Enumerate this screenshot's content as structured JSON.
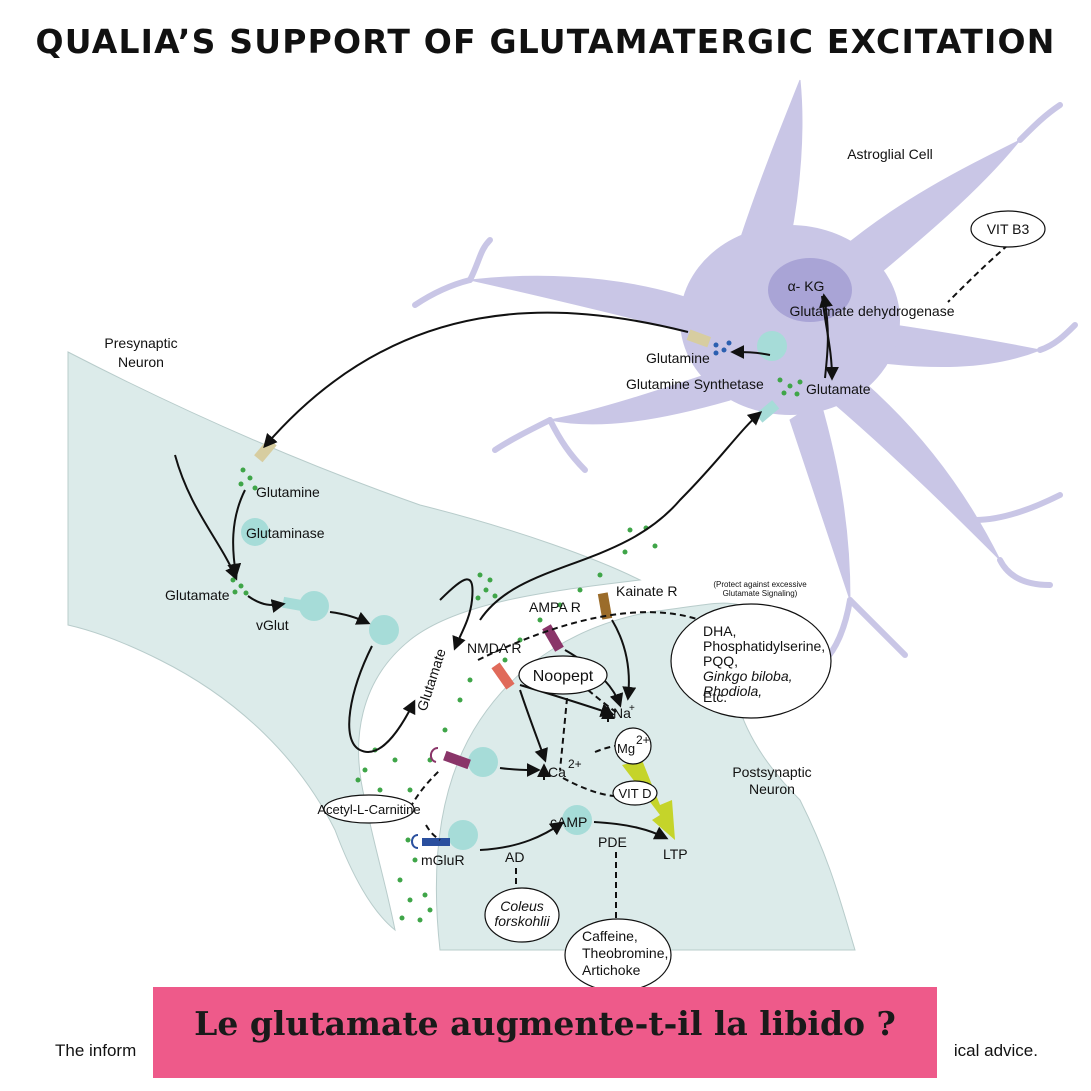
{
  "title": "QUALIA’S SUPPORT OF GLUTAMATERGIC EXCITATION",
  "labels": {
    "astroglial_cell": "Astroglial Cell",
    "vit_b3": "VIT B3",
    "alpha_kg": "α- KG",
    "glutamate_dehydrogenase": "Glutamate dehydrogenase",
    "glutamine_astro": "Glutamine",
    "glutamine_synthetase": "Glutamine Synthetase",
    "glutamate_astro": "Glutamate",
    "presynaptic_line1": "Presynaptic",
    "presynaptic_line2": "Neuron",
    "glutamine_pre": "Glutamine",
    "glutaminase": "Glutaminase",
    "glutamate_pre": "Glutamate",
    "vglut": "vGlut",
    "glutamate_cleft": "Glutamate",
    "nmda_r": "NMDA R",
    "ampa_r": "AMPA R",
    "kainate_r": "Kainate R",
    "protect_line1": "(Protect against excessive",
    "protect_line2": "Glutamate Signaling)",
    "supp_line1": "DHA,",
    "supp_line2": "Phosphatidylserine,",
    "supp_line3": "PQQ,",
    "supp_line4": "Ginkgo biloba,",
    "supp_line5": "Rhodiola,",
    "supp_line6": "Etc.",
    "noopept": "Noopept",
    "na": "Na",
    "na_sup": "+",
    "mg": "Mg",
    "mg_sup": "2+",
    "ca": "Ca",
    "ca_sup": "2+",
    "vit_d": "VIT D",
    "postsynaptic_line1": "Postsynaptic",
    "postsynaptic_line2": "Neuron",
    "acetyl_l_carnitine": "Acetyl-L-Carnitine",
    "mglur": "mGluR",
    "camp": "cAMP",
    "ad": "AD",
    "pde": "PDE",
    "ltp": "LTP",
    "coleus_line1": "Coleus",
    "coleus_line2": "forskohlii",
    "caffeine_line1": "Caffeine,",
    "caffeine_line2": "Theobromine,",
    "caffeine_line3": "Artichoke"
  },
  "disclaimer_start": "The inform",
  "disclaimer_end": "ical advice.",
  "banner": "Le glutamate augmente-t-il la libido ?",
  "colors": {
    "neuron_fill": "#dcebea",
    "astrocyte_fill": "#c9c6e6",
    "nucleus_fill": "#a9a4d6",
    "vesicle_fill": "#a6dcd8",
    "glutamate_dot": "#3fa548",
    "glutamine_dot": "#2b5fb0",
    "ltp_bolt": "#c5d42a",
    "banner": "#ee5a8a"
  }
}
